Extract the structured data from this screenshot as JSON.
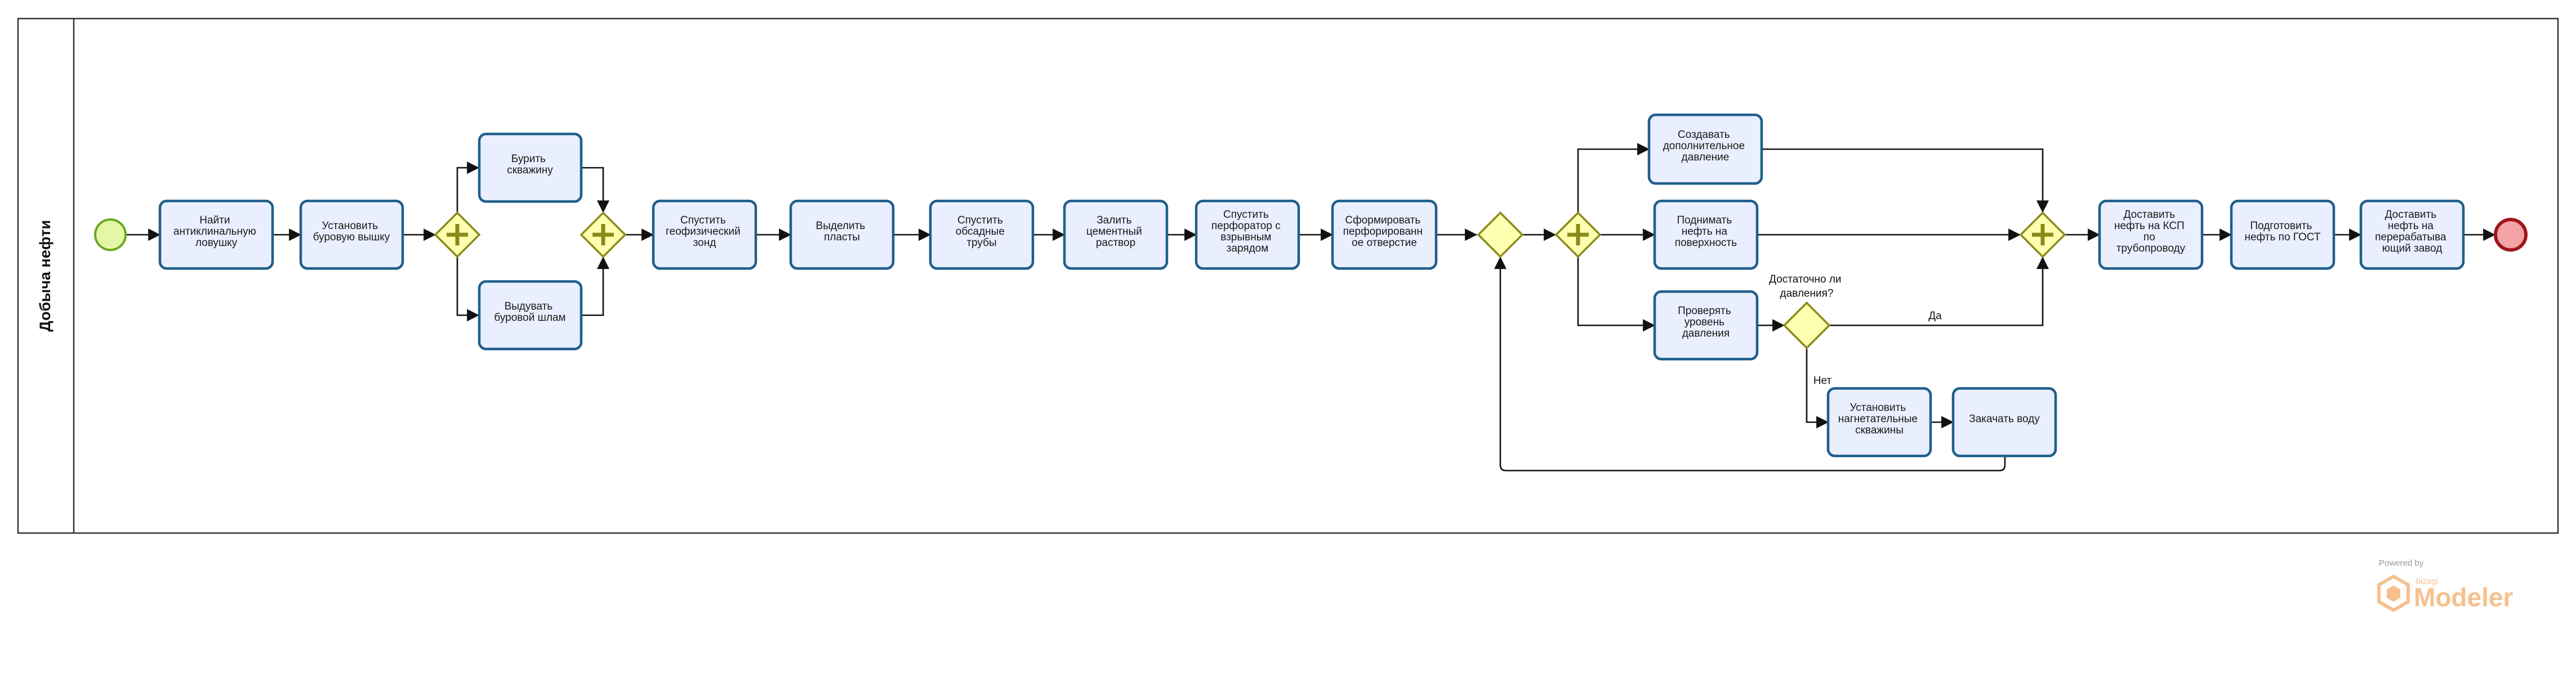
{
  "pool": {
    "lane_title": "Добыча нефти"
  },
  "tasks": {
    "t1": [
      "Найти",
      "антиклинальную",
      "ловушку"
    ],
    "t2": [
      "Установить",
      "буровую вышку"
    ],
    "t3": [
      "Бурить",
      "скважину"
    ],
    "t4": [
      "Выдувать",
      "буровой шлам"
    ],
    "t5": [
      "Спустить",
      "геофизический",
      "зонд"
    ],
    "t6": [
      "Выделить",
      "пласты"
    ],
    "t7": [
      "Спустить",
      "обсадные",
      "трубы"
    ],
    "t8": [
      "Залить",
      "цементный",
      "раствор"
    ],
    "t9": [
      "Спустить",
      "перфоратор с",
      "взрывным",
      "зарядом"
    ],
    "t10": [
      "Сформировать",
      "перфорированн",
      "ое отверстие"
    ],
    "t11": [
      "Создавать",
      "дополнительное",
      "давление"
    ],
    "t12": [
      "Поднимать",
      "нефть на",
      "поверхность"
    ],
    "t13": [
      "Проверять",
      "уровень",
      "давления"
    ],
    "t14": [
      "Установить",
      "нагнетательные",
      "скважины"
    ],
    "t15": [
      "Закачать воду"
    ],
    "t16": [
      "Доставить",
      "нефть на КСП",
      "по",
      "трубопроводу"
    ],
    "t17": [
      "Подготовить",
      "нефть по ГОСТ"
    ],
    "t18": [
      "Доставить",
      "нефть на",
      "перерабатыва",
      "ющий завод"
    ]
  },
  "gateway_question": [
    "Достаточно ли",
    "давления?"
  ],
  "flow_labels": {
    "yes": "Да",
    "no": "Нет"
  },
  "branding": {
    "powered_by": "Powered by",
    "bizagi": "bizagi",
    "modeler": "Modeler"
  },
  "colors": {
    "task_fill": "#e9efff",
    "task_stroke": "#1f5f8b",
    "gateway_fill": "#ffffb0",
    "start_event_fill": "#e4f7a8",
    "end_event_fill": "#f2a3a5",
    "brand": "#f6c08e"
  }
}
